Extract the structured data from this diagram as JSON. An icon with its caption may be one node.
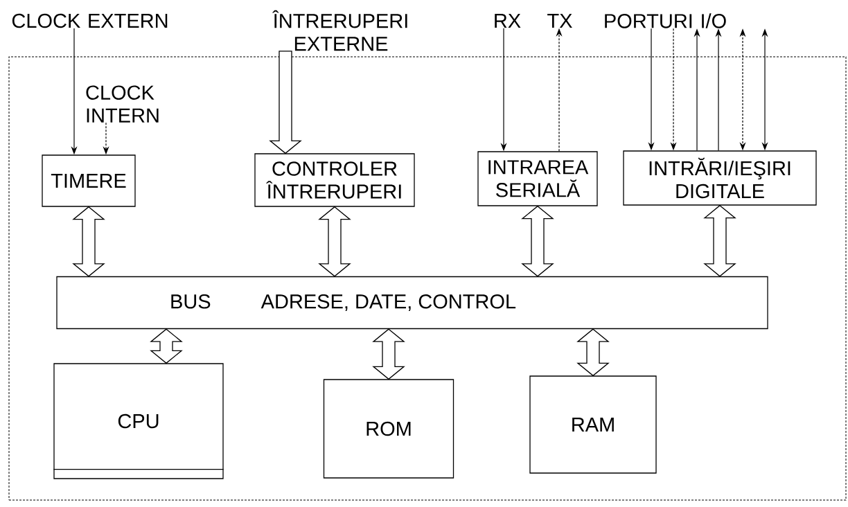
{
  "diagram": {
    "nodes": [
      {
        "text": [
          "CLOCK EXTERN"
        ]
      },
      {
        "text": [
          "ÎNTRERUPERI EXTERNE"
        ]
      },
      {
        "text": [
          "RX"
        ]
      },
      {
        "text": [
          "TX"
        ]
      },
      {
        "text": [
          "PORTURI I/O"
        ]
      },
      {
        "text": [],
        "shape": "box"
      },
      {
        "text": [
          "CLOCK INTERN"
        ],
        "in": 5
      },
      {
        "text": [
          "TIMERE"
        ],
        "in": 5
      },
      {
        "text": [
          "CONTROLER ÎNTRERUPERI"
        ],
        "in": 5
      },
      {
        "text": [
          "INTRAREA SERIALĂ"
        ],
        "in": 5
      },
      {
        "text": [
          "INTRĂRI/IEŞIRI DIGITALE"
        ],
        "in": 5
      },
      {
        "text": [
          "BUS",
          "ADRESE, DATE, CONTROL"
        ],
        "in": 5
      },
      {
        "text": [
          "CPU"
        ],
        "in": 5
      },
      {
        "text": [
          "ROM"
        ],
        "in": 5
      },
      {
        "text": [
          "RAM"
        ],
        "in": 5
      }
    ],
    "edges": [
      {
        "from": 0,
        "to": 7,
        "arrow": "to"
      },
      {
        "from": 6,
        "to": 7,
        "arrow": "to",
        "style": "dashed"
      },
      {
        "from": 1,
        "to": 8,
        "arrow": "to",
        "style": "thick"
      },
      {
        "from": 2,
        "to": 9,
        "arrow": "to"
      },
      {
        "from": 9,
        "to": 3,
        "arrow": "to",
        "style": "dashed"
      },
      {
        "from": 4,
        "to": 10,
        "arrow": "to"
      },
      {
        "from": 4,
        "to": 10,
        "arrow": "to",
        "style": "dashed"
      },
      {
        "from": 10,
        "to": 4,
        "arrow": "to"
      },
      {
        "from": 10,
        "to": 4,
        "arrow": "to"
      },
      {
        "from": 4,
        "to": 10,
        "arrow": "both",
        "style": "dashed"
      },
      {
        "from": 4,
        "to": 10,
        "arrow": "both"
      },
      {
        "from": 7,
        "to": 11,
        "arrow": "both",
        "style": "thick"
      },
      {
        "from": 8,
        "to": 11,
        "arrow": "both",
        "style": "thick"
      },
      {
        "from": 9,
        "to": 11,
        "arrow": "both",
        "style": "thick"
      },
      {
        "from": 10,
        "to": 11,
        "arrow": "both",
        "style": "thick"
      },
      {
        "from": 11,
        "to": 12,
        "arrow": "both",
        "style": "thick"
      },
      {
        "from": 11,
        "to": 13,
        "arrow": "both",
        "style": "thick"
      },
      {
        "from": 11,
        "to": 14,
        "arrow": "both",
        "style": "thick"
      }
    ]
  }
}
